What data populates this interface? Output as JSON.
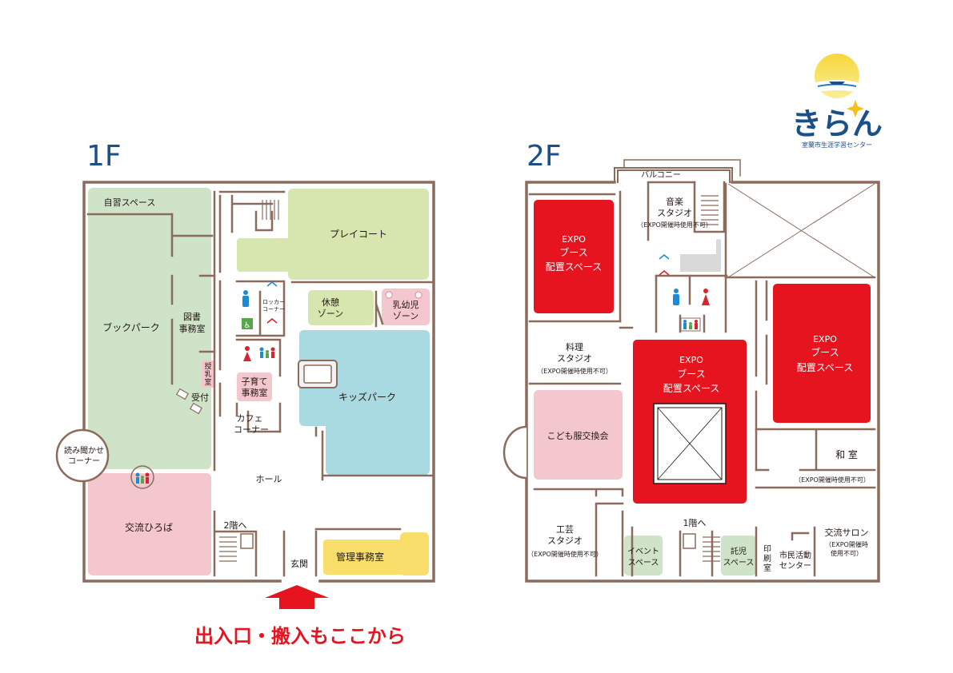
{
  "floors": {
    "f1": {
      "label": "1F",
      "rooms": {
        "jishu": "自習スペース",
        "book_park": "ブックパーク",
        "tosho_1": "図書",
        "tosho_2": "事務室",
        "junyu_1": "授",
        "junyu_2": "乳",
        "junyu_3": "室",
        "uketsuke": "受付",
        "yomikikase_1": "読み聞かせ",
        "yomikikase_2": "コーナー",
        "koryu_hiroba": "交流ひろば",
        "play_court": "プレイコート",
        "locker_1": "ロッカー",
        "locker_2": "コーナー",
        "kyukei_1": "休憩",
        "kyukei_2": "ゾーン",
        "nyuyouji_1": "乳幼児",
        "nyuyouji_2": "ゾーン",
        "kids_park": "キッズパーク",
        "kosodate_1": "子育て",
        "kosodate_2": "事務室",
        "cafe_1": "カフェ",
        "cafe_2": "コーナー",
        "hall": "ホール",
        "to_2f": "2階へ",
        "genkan": "玄関",
        "kanri": "管理事務室"
      }
    },
    "f2": {
      "label": "2F",
      "rooms": {
        "balcony": "バルコニー",
        "ongaku_1": "音楽",
        "ongaku_2": "スタジオ",
        "ongaku_note": "（EXPO開催時使用不可）",
        "expo_a_1": "EXPO",
        "expo_a_2": "ブース",
        "expo_a_3": "配置スペース",
        "expo_b_1": "EXPO",
        "expo_b_2": "ブース",
        "expo_b_3": "配置スペース",
        "expo_c_1": "EXPO",
        "expo_c_2": "ブース",
        "expo_c_3": "配置スペース",
        "ryori_1": "料理",
        "ryori_2": "スタジオ",
        "ryori_note": "（EXPO開催時使用不可）",
        "kodomo": "こども服交換会",
        "washitsu": "和 室",
        "washitsu_note": "（EXPO開催時使用不可）",
        "kogei_1": "工芸",
        "kogei_2": "スタジオ",
        "kogei_note": "（EXPO開催時使用不可）",
        "event_1": "イベント",
        "event_2": "スペース",
        "to_1f": "1階へ",
        "takuji_1": "託児",
        "takuji_2": "スペース",
        "insatsu_1": "印",
        "insatsu_2": "刷",
        "insatsu_3": "室",
        "shimin_1": "市民活動",
        "shimin_2": "センター",
        "salon": "交流サロン",
        "salon_note_1": "（EXPO開催時",
        "salon_note_2": "使用不可）"
      }
    }
  },
  "entrance_notice": "出入口・搬入もここから",
  "logo": {
    "name": "きらん",
    "subtitle": "室蘭市生涯学習センター"
  },
  "icons": [
    "mens-restroom-icon",
    "womens-restroom-icon",
    "accessible-restroom-icon",
    "baby-changing-icon",
    "family-restroom-icon",
    "elevator-icon",
    "stairs-icon",
    "entrance-arrow-icon",
    "sun-logo-icon",
    "sparkle-icon"
  ],
  "colors": {
    "green": "#cfe3c8",
    "pink": "#f4c7ce",
    "lime": "#d6e6ae",
    "cyan": "#a9d9e1",
    "yellow": "#f9de6c",
    "red": "#e5141f",
    "wall": "#8b6b5c",
    "title": "#1b4f88",
    "notice": "#e5141f"
  }
}
